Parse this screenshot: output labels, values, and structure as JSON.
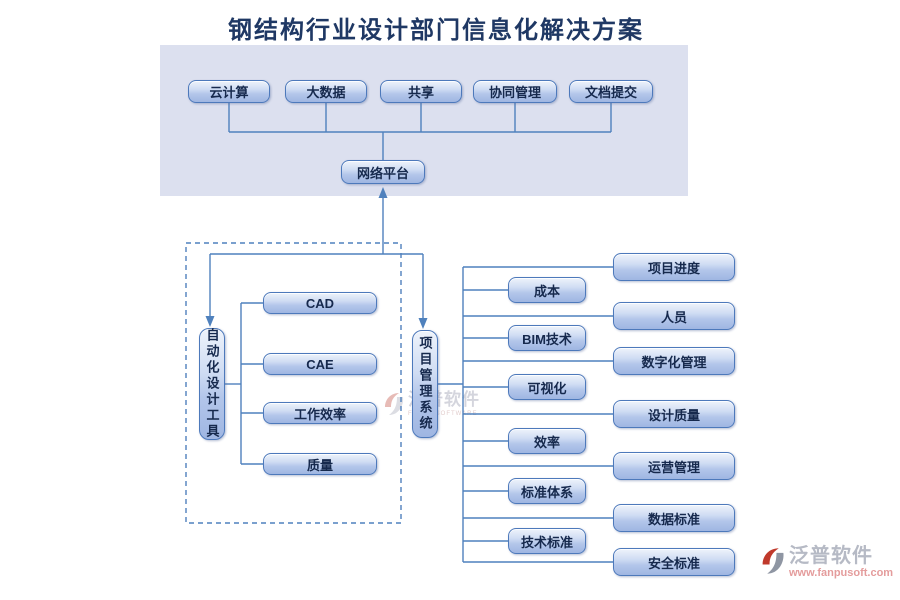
{
  "title": "钢结构行业设计部门信息化解决方案",
  "colors": {
    "panel_bg": "#dce0ef",
    "line": "#4f81bd",
    "button_border": "#4d79bb",
    "button_text": "#16294d",
    "title_text": "#1f3864",
    "watermark_red": "#c0392b",
    "watermark_gray": "#9aa0ae"
  },
  "top_panel": {
    "buttons": [
      {
        "label": "云计算"
      },
      {
        "label": "大数据"
      },
      {
        "label": "共享"
      },
      {
        "label": "协同管理"
      },
      {
        "label": "文档提交"
      }
    ],
    "platform": {
      "label": "网络平台"
    }
  },
  "left_group": {
    "root": {
      "label": "自动化设计工具"
    },
    "buttons": [
      {
        "label": "CAD"
      },
      {
        "label": "CAE"
      },
      {
        "label": "工作效率"
      },
      {
        "label": "质量"
      }
    ]
  },
  "center": {
    "root": {
      "label": "项目管理系统"
    }
  },
  "right_group": {
    "middle_buttons": [
      {
        "label": "成本"
      },
      {
        "label": "BIM技术"
      },
      {
        "label": "可视化"
      },
      {
        "label": "效率"
      },
      {
        "label": "标准体系"
      },
      {
        "label": "技术标准"
      }
    ],
    "right_buttons": [
      {
        "label": "项目进度"
      },
      {
        "label": "人员"
      },
      {
        "label": "数字化管理"
      },
      {
        "label": "设计质量"
      },
      {
        "label": "运营管理"
      },
      {
        "label": "数据标准"
      },
      {
        "label": "安全标准"
      }
    ]
  },
  "watermark": {
    "center": {
      "brand": "泛普软件",
      "sub": "FANPU SOFTWARE"
    },
    "corner": {
      "brand": "泛普软件",
      "url": "www.fanpusoft.com"
    }
  }
}
